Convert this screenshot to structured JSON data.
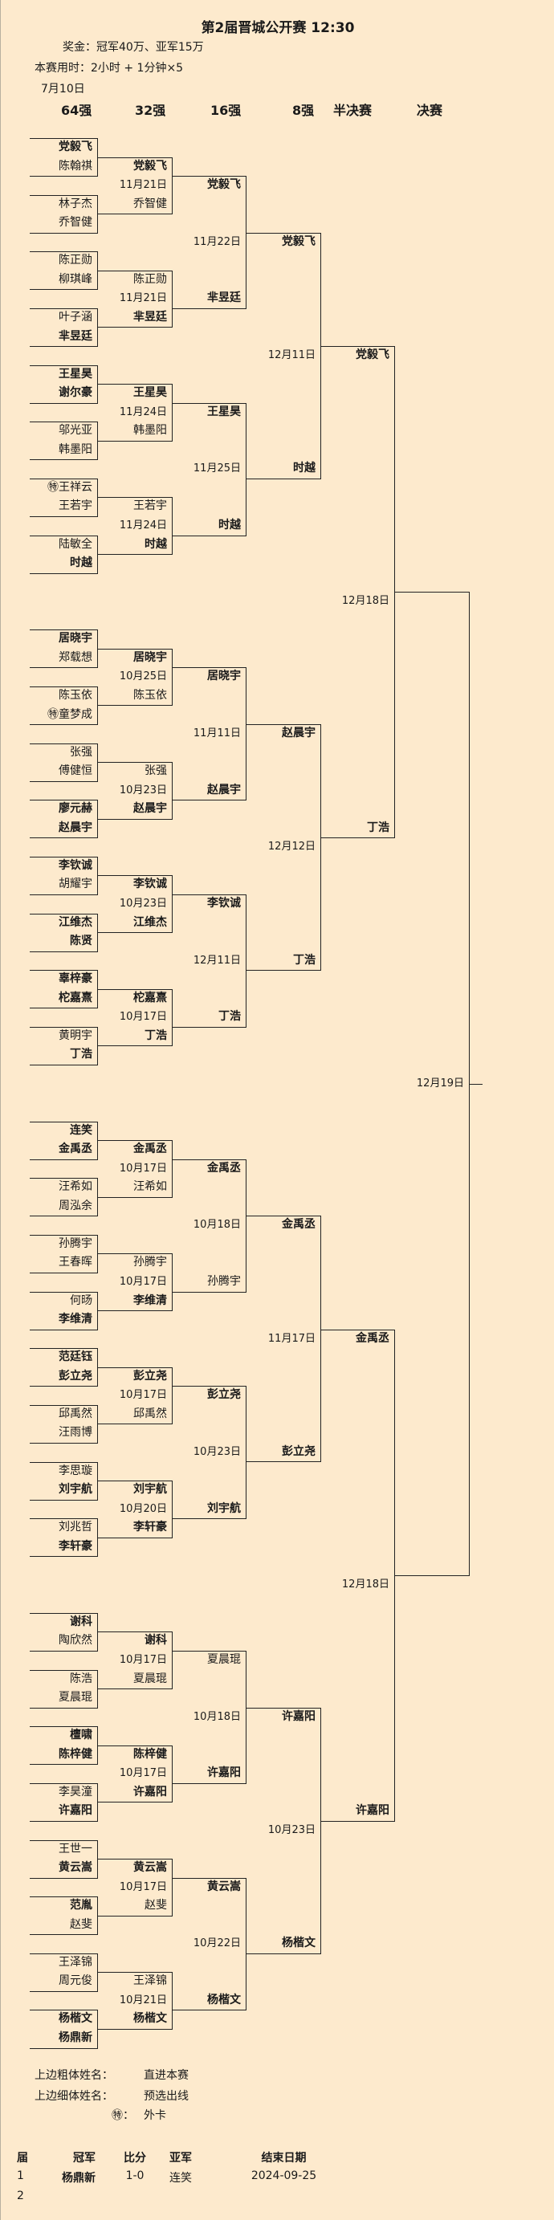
{
  "header": {
    "title": "第2届晋城公开赛 12:30",
    "prize": "奖金：冠军40万、亚军15万",
    "time_control": "本赛用时：2小时 + 1分钟×5",
    "start_date": "7月10日",
    "rounds": [
      "64强",
      "32强",
      "16强",
      "8强",
      "半决赛",
      "决赛"
    ]
  },
  "sections": [
    {
      "r1": [
        [
          {
            "n": "党毅飞",
            "b": true
          },
          {
            "n": "陈翰祺"
          }
        ],
        [
          {
            "n": "林子杰"
          },
          {
            "n": "乔智健"
          }
        ],
        [
          {
            "n": "陈正勋"
          },
          {
            "n": "柳琪峰"
          }
        ],
        [
          {
            "n": "叶子涵"
          },
          {
            "n": "芈昱廷",
            "b": true
          }
        ],
        [
          {
            "n": "王星昊",
            "b": true
          },
          {
            "n": "谢尔豪",
            "b": true
          }
        ],
        [
          {
            "n": "邬光亚"
          },
          {
            "n": "韩墨阳"
          }
        ],
        [
          {
            "n": "王祥云",
            "w": true
          },
          {
            "n": "王若宇"
          }
        ],
        [
          {
            "n": "陆敏全"
          },
          {
            "n": "时越",
            "b": true
          }
        ]
      ],
      "r2": [
        {
          "top": "党毅飞",
          "date": "11月21日",
          "bottom": "乔智健"
        },
        {
          "top": "陈正勋",
          "date": "11月21日",
          "bottom": "芈昱廷"
        },
        {
          "top": "王星昊",
          "date": "11月24日",
          "bottom": "韩墨阳"
        },
        {
          "top": "王若宇",
          "date": "11月24日",
          "bottom": "时越"
        }
      ],
      "r3": [
        {
          "top": "党毅飞",
          "date": "11月22日",
          "bottom": "芈昱廷"
        },
        {
          "top": "王星昊",
          "date": "11月25日",
          "bottom": "时越"
        }
      ],
      "r4": {
        "top": "党毅飞",
        "date": "12月11日",
        "bottom": "时越"
      }
    },
    {
      "r1": [
        [
          {
            "n": "居晓宇",
            "b": true
          },
          {
            "n": "郑载想"
          }
        ],
        [
          {
            "n": "陈玉依"
          },
          {
            "n": "童梦成",
            "w": true
          }
        ],
        [
          {
            "n": "张强"
          },
          {
            "n": "傅健恒"
          }
        ],
        [
          {
            "n": "廖元赫",
            "b": true
          },
          {
            "n": "赵晨宇",
            "b": true
          }
        ],
        [
          {
            "n": "李钦诚",
            "b": true
          },
          {
            "n": "胡耀宇"
          }
        ],
        [
          {
            "n": "江维杰",
            "b": true
          },
          {
            "n": "陈贤",
            "b": true
          }
        ],
        [
          {
            "n": "辜梓豪",
            "b": true
          },
          {
            "n": "柁嘉熹",
            "b": true
          }
        ],
        [
          {
            "n": "黄明宇"
          },
          {
            "n": "丁浩",
            "b": true
          }
        ]
      ],
      "r2": [
        {
          "top": "居晓宇",
          "date": "10月25日",
          "bottom": "陈玉依"
        },
        {
          "top": "张强",
          "date": "10月23日",
          "bottom": "赵晨宇"
        },
        {
          "top": "李钦诚",
          "date": "10月23日",
          "bottom": "江维杰"
        },
        {
          "top": "柁嘉熹",
          "date": "10月17日",
          "bottom": "丁浩"
        }
      ],
      "r3": [
        {
          "top": "居晓宇",
          "date": "11月11日",
          "bottom": "赵晨宇"
        },
        {
          "top": "李钦诚",
          "date": "12月11日",
          "bottom": "丁浩"
        }
      ],
      "r4": {
        "top": "赵晨宇",
        "date": "12月12日",
        "bottom": "丁浩"
      }
    },
    {
      "r1": [
        [
          {
            "n": "连笑",
            "b": true
          },
          {
            "n": "金禹丞",
            "b": true
          }
        ],
        [
          {
            "n": "汪希如"
          },
          {
            "n": "周泓余"
          }
        ],
        [
          {
            "n": "孙腾宇"
          },
          {
            "n": "王春晖"
          }
        ],
        [
          {
            "n": "何旸"
          },
          {
            "n": "李维清",
            "b": true
          }
        ],
        [
          {
            "n": "范廷钰",
            "b": true
          },
          {
            "n": "彭立尧",
            "b": true
          }
        ],
        [
          {
            "n": "邱禹然"
          },
          {
            "n": "汪雨博"
          }
        ],
        [
          {
            "n": "李思璇"
          },
          {
            "n": "刘宇航",
            "b": true
          }
        ],
        [
          {
            "n": "刘兆哲"
          },
          {
            "n": "李轩豪",
            "b": true
          }
        ]
      ],
      "r2": [
        {
          "top": "金禹丞",
          "date": "10月17日",
          "bottom": "汪希如"
        },
        {
          "top": "孙腾宇",
          "date": "10月17日",
          "bottom": "李维清"
        },
        {
          "top": "彭立尧",
          "date": "10月17日",
          "bottom": "邱禹然"
        },
        {
          "top": "刘宇航",
          "date": "10月20日",
          "bottom": "李轩豪"
        }
      ],
      "r3": [
        {
          "top": "金禹丞",
          "date": "10月18日",
          "bottom": "孙腾宇"
        },
        {
          "top": "彭立尧",
          "date": "10月23日",
          "bottom": "刘宇航"
        }
      ],
      "r4": {
        "top": "金禹丞",
        "date": "11月17日",
        "bottom": "彭立尧"
      }
    },
    {
      "r1": [
        [
          {
            "n": "谢科",
            "b": true
          },
          {
            "n": "陶欣然"
          }
        ],
        [
          {
            "n": "陈浩"
          },
          {
            "n": "夏晨琨"
          }
        ],
        [
          {
            "n": "檀啸",
            "b": true
          },
          {
            "n": "陈梓健",
            "b": true
          }
        ],
        [
          {
            "n": "李昊潼"
          },
          {
            "n": "许嘉阳",
            "b": true
          }
        ],
        [
          {
            "n": "王世一"
          },
          {
            "n": "黄云嵩",
            "b": true
          }
        ],
        [
          {
            "n": "范胤",
            "b": true
          },
          {
            "n": "赵斐"
          }
        ],
        [
          {
            "n": "王泽锦"
          },
          {
            "n": "周元俊"
          }
        ],
        [
          {
            "n": "杨楷文",
            "b": true
          },
          {
            "n": "杨鼎新",
            "b": true
          }
        ]
      ],
      "r2": [
        {
          "top": "谢科",
          "date": "10月17日",
          "bottom": "夏晨琨"
        },
        {
          "top": "陈梓健",
          "date": "10月17日",
          "bottom": "许嘉阳"
        },
        {
          "top": "黄云嵩",
          "date": "10月17日",
          "bottom": "赵斐"
        },
        {
          "top": "王泽锦",
          "date": "10月21日",
          "bottom": "杨楷文"
        }
      ],
      "r3": [
        {
          "top": "夏晨琨",
          "date": "10月18日",
          "bottom": "许嘉阳"
        },
        {
          "top": "黄云嵩",
          "date": "10月22日",
          "bottom": "杨楷文"
        }
      ],
      "r4": {
        "top": "许嘉阳",
        "date": "10月23日",
        "bottom": "杨楷文"
      }
    }
  ],
  "semifinals": [
    {
      "top": "党毅飞",
      "date": "12月18日",
      "bottom": "丁浩"
    },
    {
      "top": "金禹丞",
      "date": "12月18日",
      "bottom": "许嘉阳"
    }
  ],
  "final": {
    "date": "12月19日"
  },
  "wildcard_mark": "㊕",
  "legend": {
    "bold_label": "上边粗体姓名：",
    "bold_value": "直进本赛",
    "thin_label": "上边细体姓名：",
    "thin_value": "预选出线",
    "wildcard_label": "㊕：",
    "wildcard_value": "外卡"
  },
  "history": {
    "columns": [
      "届",
      "冠军",
      "比分",
      "亚军",
      "结束日期"
    ],
    "rows": [
      [
        "1",
        "杨鼎新",
        "1-0",
        "连笑",
        "2024-09-25"
      ],
      [
        "2",
        "",
        "",
        "",
        ""
      ]
    ]
  },
  "colors": {
    "background": "#fdeacd",
    "line": "#222222"
  }
}
